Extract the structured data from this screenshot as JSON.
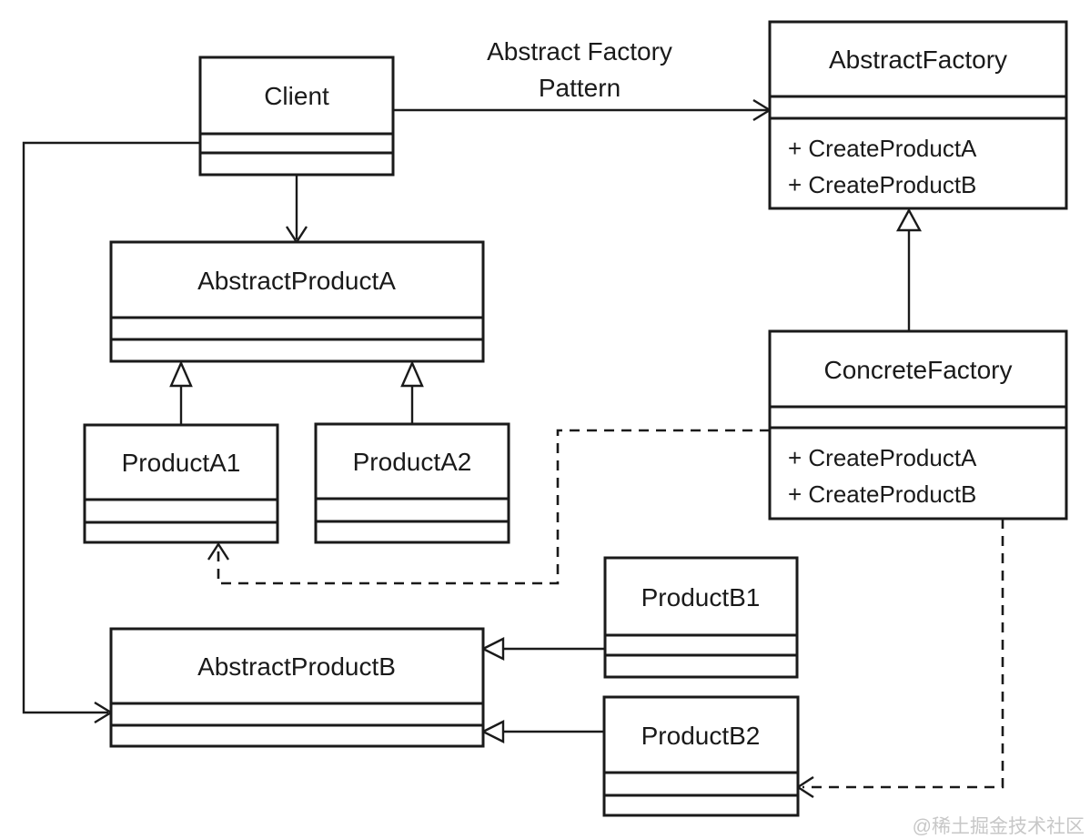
{
  "diagram": {
    "title_line1": "Abstract Factory",
    "title_line2": "Pattern",
    "watermark": "@稀土掘金技术社区",
    "colors": {
      "line": "#1a1a1a",
      "background": "#ffffff",
      "watermark": "#c7c7c7"
    }
  },
  "classes": {
    "client": {
      "name": "Client",
      "attributes": [],
      "methods": []
    },
    "abstract_factory": {
      "name": "AbstractFactory",
      "attributes": [],
      "methods": [
        "+ CreateProductA",
        "+ CreateProductB"
      ]
    },
    "concrete_factory": {
      "name": "ConcreteFactory",
      "attributes": [],
      "methods": [
        "+ CreateProductA",
        "+ CreateProductB"
      ]
    },
    "abstract_product_a": {
      "name": "AbstractProductA",
      "attributes": [],
      "methods": []
    },
    "product_a1": {
      "name": "ProductA1",
      "attributes": [],
      "methods": []
    },
    "product_a2": {
      "name": "ProductA2",
      "attributes": [],
      "methods": []
    },
    "abstract_product_b": {
      "name": "AbstractProductB",
      "attributes": [],
      "methods": []
    },
    "product_b1": {
      "name": "ProductB1",
      "attributes": [],
      "methods": []
    },
    "product_b2": {
      "name": "ProductB2",
      "attributes": [],
      "methods": []
    }
  },
  "relationships": [
    {
      "from": "Client",
      "to": "AbstractFactory",
      "type": "association-arrow"
    },
    {
      "from": "Client",
      "to": "AbstractProductA",
      "type": "association-arrow"
    },
    {
      "from": "Client",
      "to": "AbstractProductB",
      "type": "association-arrow"
    },
    {
      "from": "ConcreteFactory",
      "to": "AbstractFactory",
      "type": "generalization"
    },
    {
      "from": "ProductA1",
      "to": "AbstractProductA",
      "type": "generalization"
    },
    {
      "from": "ProductA2",
      "to": "AbstractProductA",
      "type": "generalization"
    },
    {
      "from": "ProductB1",
      "to": "AbstractProductB",
      "type": "generalization"
    },
    {
      "from": "ProductB2",
      "to": "AbstractProductB",
      "type": "generalization"
    },
    {
      "from": "ConcreteFactory",
      "to": "ProductA1",
      "type": "dashed-dependency"
    },
    {
      "from": "ConcreteFactory",
      "to": "ProductB2",
      "type": "dashed-dependency"
    }
  ]
}
